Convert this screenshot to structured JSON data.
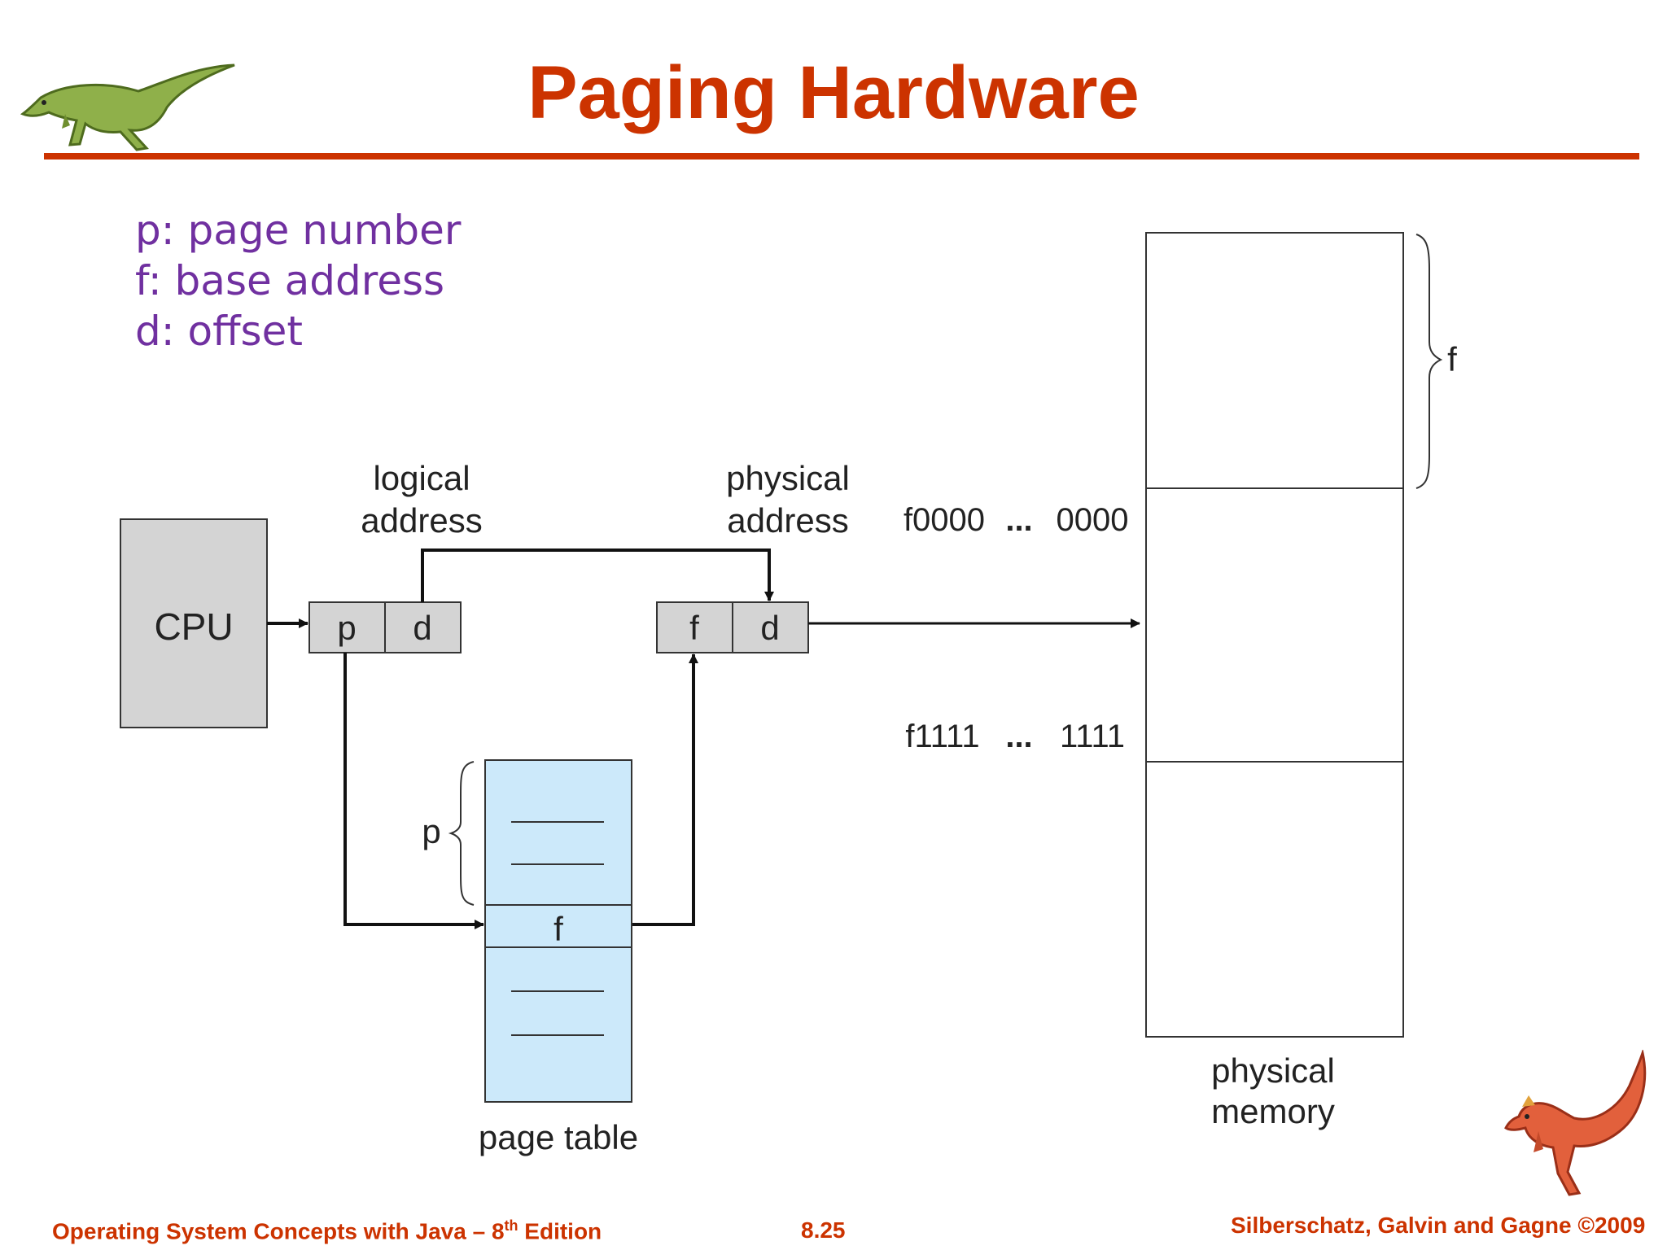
{
  "title": "Paging Hardware",
  "legend": [
    "p: page number",
    "f: base address",
    "d: offset"
  ],
  "diagram": {
    "cpu": "CPU",
    "logical_address": [
      "logical",
      "address"
    ],
    "physical_address": [
      "physical",
      "address"
    ],
    "logical_fields": [
      "p",
      "d"
    ],
    "physical_fields": [
      "f",
      "d"
    ],
    "page_table_p": "p",
    "page_table_entry": "f",
    "page_table_label": "page table",
    "memory_brace": "f",
    "range_start": [
      "f0000",
      "...",
      "0000"
    ],
    "range_end": [
      "f1111",
      "...",
      "1111"
    ],
    "memory_label": [
      "physical",
      "memory"
    ]
  },
  "footer": {
    "left_prefix": "Operating System Concepts  with Java – 8",
    "left_sup": "th",
    "left_suffix": " Edition",
    "center": "8.25",
    "right": "Silberschatz, Galvin and Gagne ©2009"
  },
  "colors": {
    "title": "#cc3300",
    "legend": "#7030a0",
    "cpu_fill": "#d4d4d4",
    "register_fill": "#d4d4d4",
    "page_table_fill": "#cce9fa"
  },
  "icons": [
    "green-dinosaur-logo",
    "red-dinosaur-logo"
  ]
}
